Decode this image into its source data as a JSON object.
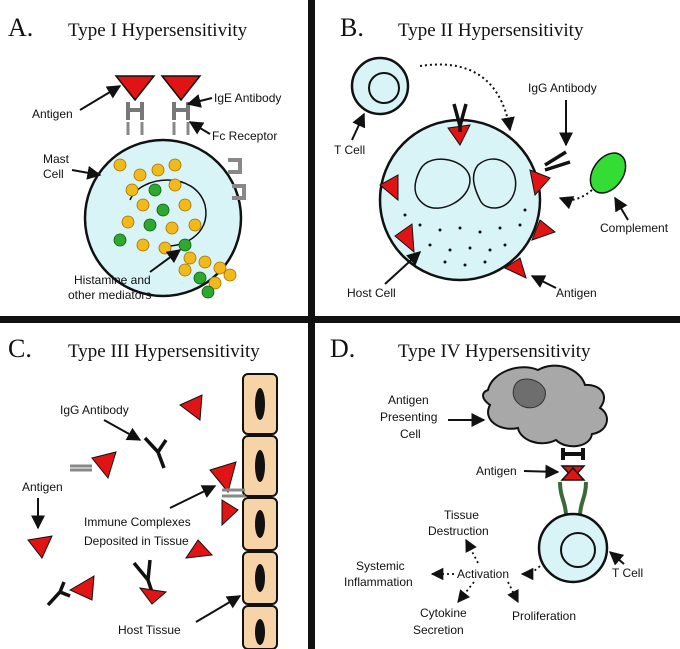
{
  "colors": {
    "cell_fill": "#d9f4f7",
    "antigen_red": "#e01414",
    "granule_yellow": "#f2b91a",
    "granule_green": "#2ea82e",
    "complement_green": "#33dd33",
    "tissue_tan": "#f7d3a8",
    "apc_gray": "#a8a8a8",
    "apc_dark": "#6e6e6e",
    "receptor_gray": "#777777"
  },
  "panels": [
    {
      "letter": "A.",
      "title": "Type I Hypersensitivity",
      "labels": {
        "antigen": "Antigen",
        "ige": "IgE Antibody",
        "fc": "Fc Receptor",
        "mast1": "Mast",
        "mast2": "Cell",
        "hist1": "Histamine and",
        "hist2": "other mediators"
      }
    },
    {
      "letter": "B.",
      "title": "Type II Hypersensitivity",
      "labels": {
        "tcell": "T Cell",
        "igg": "IgG Antibody",
        "complement": "Complement",
        "host": "Host Cell",
        "antigen": "Antigen"
      }
    },
    {
      "letter": "C.",
      "title": "Type III Hypersensitivity",
      "labels": {
        "igg": "IgG Antibody",
        "antigen": "Antigen",
        "immune1": "Immune Complexes",
        "immune2": "Deposited in Tissue",
        "host": "Host Tissue"
      }
    },
    {
      "letter": "D.",
      "title": "Type IV Hypersensitivity",
      "labels": {
        "apc1": "Antigen",
        "apc2": "Presenting",
        "apc3": "Cell",
        "antigen": "Antigen",
        "tissue1": "Tissue",
        "tissue2": "Destruction",
        "systemic1": "Systemic",
        "systemic2": "Inflammation",
        "activation": "Activation",
        "cytokine1": "Cytokine",
        "cytokine2": "Secretion",
        "prolif": "Proliferation",
        "tcell": "T Cell"
      }
    }
  ]
}
